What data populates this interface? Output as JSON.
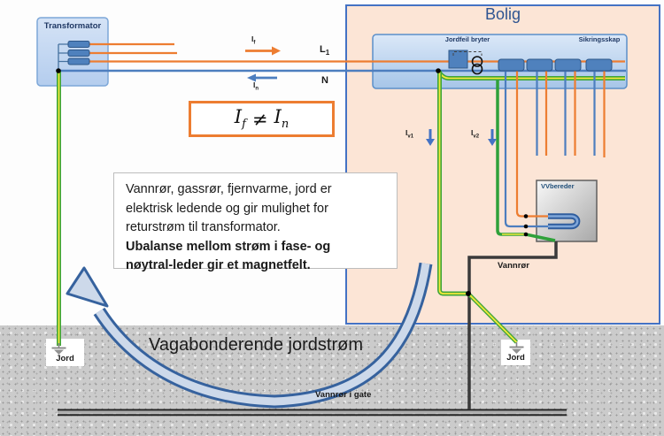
{
  "diagram": {
    "type": "electrical-schematic",
    "topic": "stray earth current between transformer and dwelling"
  },
  "labels": {
    "transformator": "Transformator",
    "bolig": "Bolig",
    "jordfeil_bryter": "Jordfeil bryter",
    "sikringsskap": "Sikringsskap",
    "vvbereder": "VVbereder",
    "l1": {
      "base": "L",
      "sub": "1"
    },
    "n": "N",
    "i_f": {
      "base": "I",
      "sub": "f"
    },
    "i_n": {
      "base": "I",
      "sub": "n"
    },
    "i_v1": {
      "base": "I",
      "sub": "v1"
    },
    "i_v2": {
      "base": "I",
      "sub": "v2"
    },
    "jord_left": "Jord",
    "jord_right": "Jord",
    "vannror": "Vannrør",
    "vannror_i_gate": "Vannrør i gate",
    "vagabonderende": "Vagabonderende jordstrøm"
  },
  "formula": {
    "lhs_base": "I",
    "lhs_sub": "f",
    "operator": "≠",
    "rhs_base": "I",
    "rhs_sub": "n"
  },
  "textblock": {
    "normal_lines": [
      "Vannrør, gassrør, fjernvarme, jord er",
      "elektrisk ledende og gir mulighet for",
      "returstrøm til transformator."
    ],
    "bold_lines": [
      "Ubalanse mellom strøm i fase- og",
      "nøytral-leder gir et magnetfelt."
    ]
  },
  "icons": {
    "ground_electrode": "ground-symbol-icon",
    "current_transformer": "toroid-ct-icon",
    "phase_current": "orange-right-arrow-icon",
    "neutral_current": "blue-left-arrow-icon",
    "branch_current": "blue-down-arrow-icon",
    "stray_current": "curved-return-arrow-icon"
  },
  "colors": {
    "phase_wire": "#ED7D31",
    "neutral_wire": "#4d7ebf",
    "pe_green": "#3fa53a",
    "pe_yellow": "#f2e93a",
    "bolig_fill": "#fce5d6",
    "bolig_border": "#4472c4",
    "panel_fill": "#bdd7ee",
    "component_fill": "#4f81bd",
    "ground_gray": "#cbcbcb",
    "arrow_outline": "#36629e",
    "arrow_fill": "#cdd9ea",
    "formula_border": "#ED7D31",
    "title_blue": "#2f5491",
    "pipe_black": "#3a3a3a"
  }
}
